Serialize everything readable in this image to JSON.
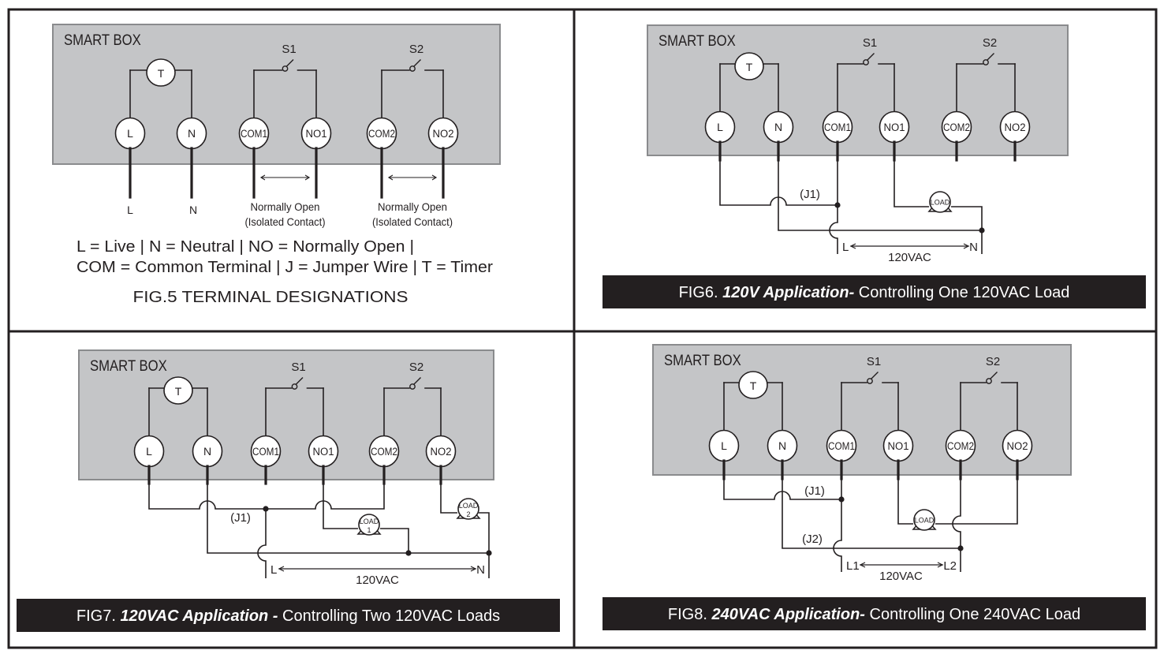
{
  "colors": {
    "ink": "#231f20",
    "box_fill": "#c4c5c7",
    "box_stroke": "#8a8b8d",
    "terminal_fill": "#ffffff",
    "caption_bg": "#231f20",
    "caption_text": "#ffffff",
    "page_bg": "#ffffff"
  },
  "common": {
    "box_title": "SMART BOX",
    "timer_label": "T",
    "switch_labels": [
      "S1",
      "S2"
    ],
    "terminals": [
      "L",
      "N",
      "COM1",
      "NO1",
      "COM2",
      "NO2"
    ]
  },
  "figures": [
    {
      "id": "fig5",
      "caption_plain": "FIG.5  TERMINAL DESIGNATIONS",
      "wire_labels": [
        "L",
        "N"
      ],
      "contact_labels": [
        {
          "line1": "Normally Open",
          "line2": "(Isolated Contact)"
        },
        {
          "line1": "Normally Open",
          "line2": "(Isolated Contact)"
        }
      ],
      "legend": [
        "L = Live | N = Neutral | NO = Normally Open |",
        "COM = Common Terminal | J = Jumper Wire | T = Timer"
      ]
    },
    {
      "id": "fig6",
      "caption_prefix": "FIG6. ",
      "caption_bold": "120V Application-",
      "caption_rest": " Controlling One 120VAC Load",
      "jumpers": [
        "(J1)"
      ],
      "loads": [
        {
          "line1": "LOAD",
          "line2": ""
        }
      ],
      "supply": {
        "left": "L",
        "right": "N",
        "voltage": "120VAC"
      }
    },
    {
      "id": "fig7",
      "caption_prefix": "FIG7. ",
      "caption_bold": "120VAC Application -",
      "caption_rest": " Controlling Two 120VAC Loads",
      "jumpers": [
        "(J1)"
      ],
      "loads": [
        {
          "line1": "LOAD",
          "line2": "1"
        },
        {
          "line1": "LOAD",
          "line2": "2"
        }
      ],
      "supply": {
        "left": "L",
        "right": "N",
        "voltage": "120VAC"
      }
    },
    {
      "id": "fig8",
      "caption_prefix": "FIG8. ",
      "caption_bold": "240VAC Application-",
      "caption_rest": " Controlling One 240VAC Load",
      "jumpers": [
        "(J1)",
        "(J2)"
      ],
      "loads": [
        {
          "line1": "LOAD",
          "line2": ""
        }
      ],
      "supply": {
        "left": "L1",
        "right": "L2",
        "voltage": "120VAC"
      }
    }
  ]
}
